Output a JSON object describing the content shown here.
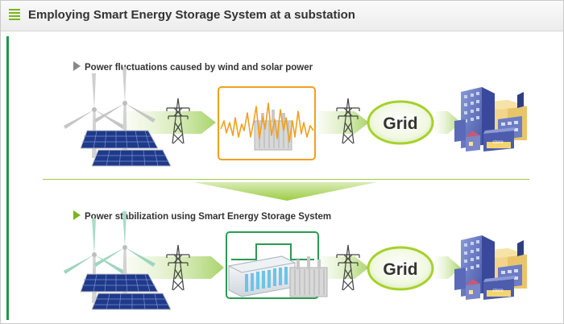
{
  "title": "Employing Smart Energy Storage System at a substation",
  "row1": {
    "label": "Power fluctuations caused by wind and solar power",
    "grid_label": "Grid",
    "store_label": "store"
  },
  "row2": {
    "label": "Power stabilization using Smart Energy Storage System",
    "grid_label": "Grid",
    "store_label": "store"
  },
  "colors": {
    "accent_green": "#7ab51d",
    "fluctuation_orange": "#f0a020",
    "storage_green": "#2b9a52",
    "side_rule": "#1a9a4a"
  },
  "icons": [
    "list-icon",
    "triangle-bullet-icon",
    "wind-turbine-icon",
    "solar-panel-icon",
    "transmission-tower-icon",
    "transformer-icon",
    "storage-system-icon",
    "grid-icon",
    "buildings-icon"
  ]
}
